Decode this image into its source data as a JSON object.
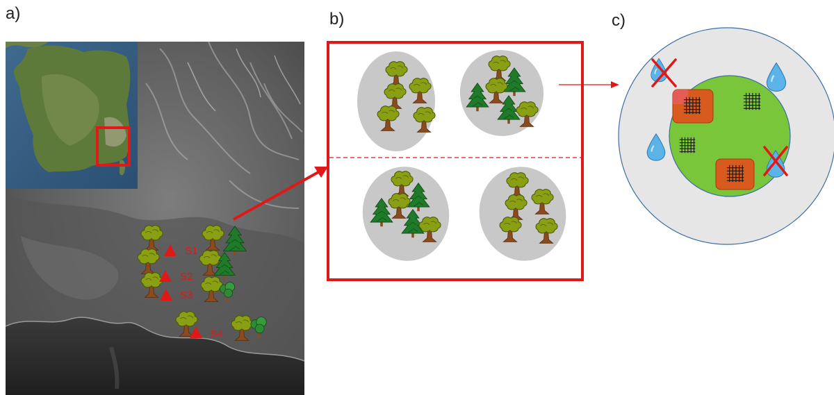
{
  "panels": {
    "a": {
      "label": "a)"
    },
    "b": {
      "label": "b)"
    },
    "c": {
      "label": "c)"
    }
  },
  "sites": [
    "S1",
    "S2",
    "S3",
    "S4"
  ],
  "colors": {
    "accent_red": "#e11818",
    "oak_canopy": "#8a9f14",
    "oak_trunk": "#8c4b1c",
    "pine_green": "#1f7a2a",
    "plot_fill": "#c8c8c8",
    "outer_circle": "#e6e6e6",
    "inner_circle": "#7ac63a",
    "trap_fill": "#d95a1e",
    "water_drop": "#5cb3e8"
  },
  "icons": [
    "oak-tree-icon",
    "pine-tree-icon",
    "water-drop-icon",
    "mesh-trap-icon",
    "cross-mark-icon",
    "site-triangle-icon"
  ]
}
